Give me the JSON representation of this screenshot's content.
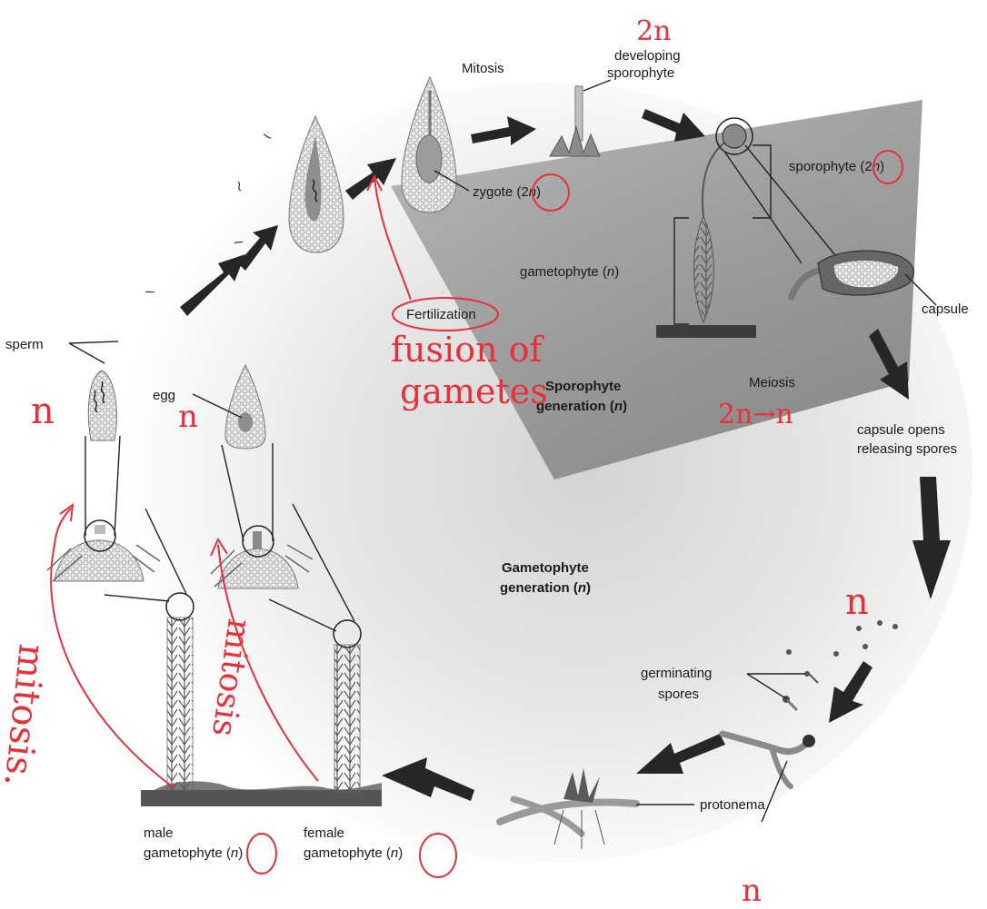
{
  "labels": {
    "mitosis": "Mitosis",
    "developing_sporophyte_1": "developing",
    "developing_sporophyte_2": "sporophyte",
    "sporophyte": "sporophyte (2",
    "sporophyte_n": "n",
    "sporophyte_end": ")",
    "zygote": "zygote (2",
    "zygote_n": "n",
    "zygote_end": ")",
    "gametophyte": "gametophyte (",
    "gametophyte_n": "n",
    "gametophyte_end": ")",
    "capsule": "capsule",
    "fertilization": "Fertilization",
    "meiosis": "Meiosis",
    "capsule_opens_1": "capsule opens",
    "capsule_opens_2": "releasing spores",
    "sporophyte_generation_1": "Sporophyte",
    "sporophyte_generation_2": "generation (",
    "sporophyte_generation_n": "n",
    "sporophyte_generation_end": ")",
    "gametophyte_generation_1": "Gametophyte",
    "gametophyte_generation_2": "generation (",
    "gametophyte_generation_n": "n",
    "gametophyte_generation_end": ")",
    "sperm": "sperm",
    "egg": "egg",
    "germinating_spores_1": "germinating",
    "germinating_spores_2": "spores",
    "protonema": "protonema",
    "male_gametophyte_1": "male",
    "male_gametophyte_2": "gametophyte (",
    "male_gametophyte_n": "n",
    "male_gametophyte_end": ")",
    "female_gametophyte_1": "female",
    "female_gametophyte_2": "gametophyte (",
    "female_gametophyte_n": "n",
    "female_gametophyte_end": ")"
  },
  "handwriting": {
    "two_n_top": "2n",
    "fusion_1": "fusion of",
    "fusion_2": "gametes",
    "meiosis_note": "2n→n",
    "n_spores": "n",
    "n_sperm": "n",
    "n_egg": "n",
    "n_protonema": "n",
    "mitosis_left": "mitosis.",
    "mitosis_right": "mitosis"
  },
  "colors": {
    "annotation": "#e8303a",
    "arrow": "#262626",
    "sporophyte_wedge": "#8a8a8a"
  }
}
